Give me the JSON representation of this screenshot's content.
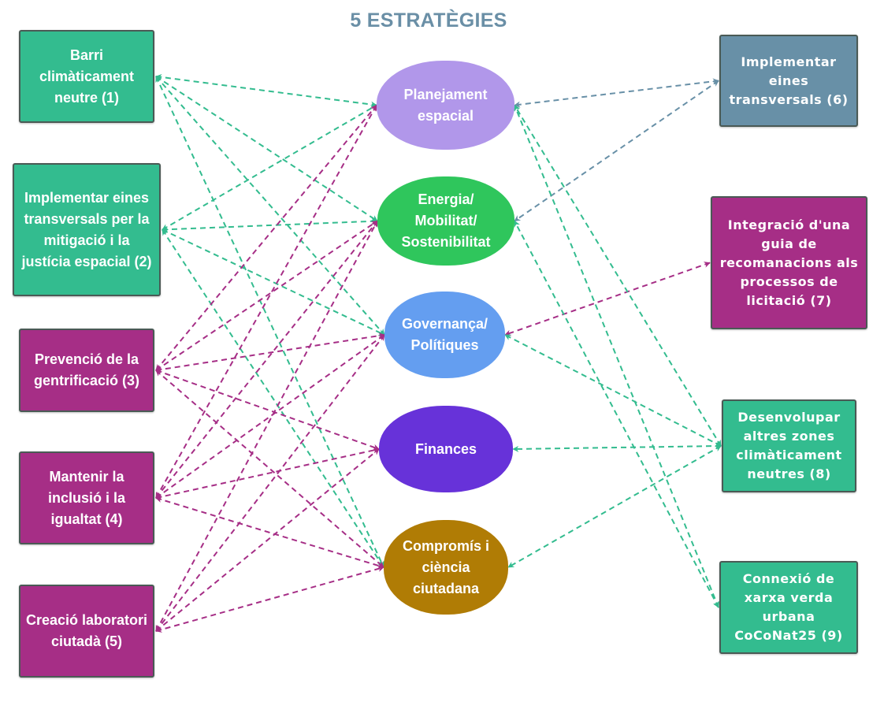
{
  "title": "5 ESTRATÈGIES",
  "colors": {
    "green_box": "#33bc8f",
    "purple_box": "#a62e86",
    "slate_box": "#6890a7",
    "green_link": "#33bc8f",
    "purple_link": "#a62e86",
    "slate_link": "#6890a7"
  },
  "strategies": [
    {
      "id": "plan",
      "label": "Planejament espacial",
      "color": "#b197ea"
    },
    {
      "id": "ener",
      "label": "Energia/ Mobilitat/ Sostenibilitat",
      "color": "#2fc65c"
    },
    {
      "id": "gov",
      "label": "Governança/ Polítiques",
      "color": "#649ef0"
    },
    {
      "id": "fin",
      "label": "Finances",
      "color": "#6732d9"
    },
    {
      "id": "comp",
      "label": "Compromís i ciència ciutadana",
      "color": "#b07c05"
    }
  ],
  "objectives": [
    {
      "id": "o1",
      "label": "Barri climàticament neutre (1)",
      "color": "#33bc8f",
      "side": "left"
    },
    {
      "id": "o2",
      "label": "Implementar eines transversals per la mitigació i la justícia espacial (2)",
      "color": "#33bc8f",
      "side": "left"
    },
    {
      "id": "o3",
      "label": "Prevenció de la gentrificació (3)",
      "color": "#a62e86",
      "side": "left"
    },
    {
      "id": "o4",
      "label": "Mantenir la inclusió i la igualtat (4)",
      "color": "#a62e86",
      "side": "left"
    },
    {
      "id": "o5",
      "label": "Creació laboratori ciutadà (5)",
      "color": "#a62e86",
      "side": "left"
    },
    {
      "id": "o6",
      "label": "Implementar eines transversals (6)",
      "color": "#6890a7",
      "side": "right"
    },
    {
      "id": "o7",
      "label": "Integració d'una guia de recomanacions als processos de licitació (7)",
      "color": "#a62e86",
      "side": "right"
    },
    {
      "id": "o8",
      "label": "Desenvolupar altres zones climàticament neutres (8)",
      "color": "#33bc8f",
      "side": "right"
    },
    {
      "id": "o9",
      "label": "Connexió de xarxa verda urbana CoCoNat25 (9)",
      "color": "#33bc8f",
      "side": "right"
    }
  ],
  "links": [
    {
      "from": "o1",
      "to": "plan"
    },
    {
      "from": "o1",
      "to": "ener"
    },
    {
      "from": "o1",
      "to": "gov"
    },
    {
      "from": "o1",
      "to": "comp"
    },
    {
      "from": "o2",
      "to": "plan"
    },
    {
      "from": "o2",
      "to": "ener"
    },
    {
      "from": "o2",
      "to": "gov"
    },
    {
      "from": "o2",
      "to": "comp"
    },
    {
      "from": "o3",
      "to": "plan"
    },
    {
      "from": "o3",
      "to": "ener"
    },
    {
      "from": "o3",
      "to": "gov"
    },
    {
      "from": "o3",
      "to": "fin"
    },
    {
      "from": "o3",
      "to": "comp"
    },
    {
      "from": "o4",
      "to": "plan"
    },
    {
      "from": "o4",
      "to": "ener"
    },
    {
      "from": "o4",
      "to": "gov"
    },
    {
      "from": "o4",
      "to": "fin"
    },
    {
      "from": "o4",
      "to": "comp"
    },
    {
      "from": "o5",
      "to": "ener"
    },
    {
      "from": "o5",
      "to": "gov"
    },
    {
      "from": "o5",
      "to": "fin"
    },
    {
      "from": "o5",
      "to": "comp"
    },
    {
      "from": "o6",
      "to": "plan"
    },
    {
      "from": "o6",
      "to": "ener"
    },
    {
      "from": "o7",
      "to": "gov"
    },
    {
      "from": "o8",
      "to": "plan"
    },
    {
      "from": "o8",
      "to": "gov"
    },
    {
      "from": "o8",
      "to": "fin"
    },
    {
      "from": "o8",
      "to": "comp"
    },
    {
      "from": "o9",
      "to": "plan"
    },
    {
      "from": "o9",
      "to": "ener"
    }
  ]
}
